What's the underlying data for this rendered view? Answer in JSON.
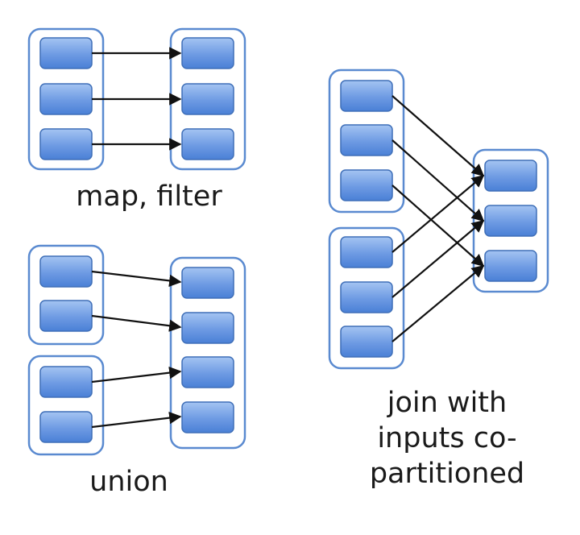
{
  "captions": {
    "map_filter": "map, filter",
    "union": "union",
    "join_line1": "join with",
    "join_line2": "inputs co-",
    "join_line3": "partitioned"
  },
  "colors": {
    "partition_fill_top": "#8fb6ee",
    "partition_fill_bottom": "#4a80d6",
    "partition_stroke": "#3f6fb8",
    "group_stroke": "#5a8ad0",
    "arrow": "#111111"
  }
}
